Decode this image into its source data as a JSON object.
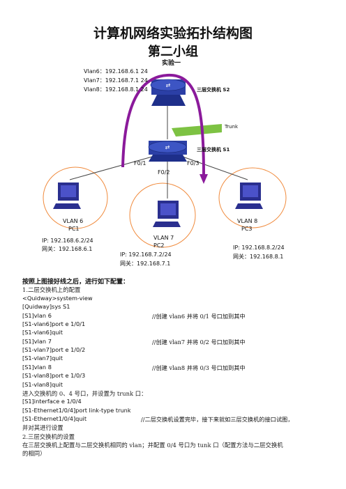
{
  "header": {
    "title": "计算机网络实验拓扑结构图",
    "subtitle": "第二小组",
    "experiment": "实验一"
  },
  "diagram": {
    "vlan_ips": [
      "Vlan6：192.168.6.1 24",
      "Vlan7：192.168.7.1 24",
      "Vlan8：192.168.8.1 24"
    ],
    "s2_label": "三层交换机 S2",
    "s1_label": "三层交换机 S1",
    "trunk_label": "Trunk",
    "port_f01": "F0/1",
    "port_f02": "F0/2",
    "port_f03": "F0/3",
    "pc1": {
      "vlan": "VLAN 6",
      "name": "PC1",
      "ip": "IP: 192.168.6.2/24",
      "gw": "网关：192.168.6.1"
    },
    "pc2": {
      "vlan": "VLAN 7",
      "name": "PC2",
      "ip": "IP: 192.168.7.2/24",
      "gw": "网关：192.168.7.1"
    },
    "pc3": {
      "vlan": "VLAN 8",
      "name": "PC3",
      "ip": "IP: 192.168.8.2/24",
      "gw": "网关：192.168.8.1"
    },
    "colors": {
      "arrow": "#8b1a9b",
      "trunk": "#7dc243",
      "vlan_circle": "#f08a3c",
      "switch": "#2b3fa6"
    }
  },
  "body": {
    "intro": "按照上图接好线之后，进行如下配置：",
    "section1": "1.二层交换机上的配置",
    "lines": [
      {
        "cmd": "<Quidway>system-view",
        "comment": ""
      },
      {
        "cmd": "[Quidway]sys S1",
        "comment": ""
      },
      {
        "cmd": "[S1]vlan 6",
        "comment": "//创建 vlan6 并将 0/1 号口加到其中"
      },
      {
        "cmd": "[S1-vlan6]port e 1/0/1",
        "comment": ""
      },
      {
        "cmd": "[S1-vlan6]quit",
        "comment": ""
      },
      {
        "cmd": "[S1]vlan 7",
        "comment": "//创建 vlan7 并将 0/2 号口加到其中"
      },
      {
        "cmd": "[S1-vlan7]port e 1/0/2",
        "comment": ""
      },
      {
        "cmd": "[S1-vlan7]quit",
        "comment": ""
      },
      {
        "cmd": "[S1]vlan 8",
        "comment": "//创建 vlan8 并将 0/3 号口加到其中"
      },
      {
        "cmd": "[S1-vlan8]port e 1/0/3",
        "comment": ""
      },
      {
        "cmd": "[S1-vlan8]quit",
        "comment": ""
      }
    ],
    "trunk_intro": "进入交换机的 0、4 号口，并设置为 trunk 口：",
    "trunk_lines": [
      {
        "cmd": "[S1]interface e 1/0/4",
        "comment": ""
      },
      {
        "cmd": "[S1-Ethernet1/0/4]port link-type trunk",
        "comment": ""
      },
      {
        "cmd": "[S1-Ethernet1/0/4]quit",
        "comment": "//二层交换机设置完毕，接下来就如三层交换机的接口试图，"
      }
    ],
    "continuation": "并对其进行设置",
    "section2": "2.三层交换机的设置",
    "para1": "在三层交换机上配置与二层交换机相同的 vlan；并配置 0/4 号口为 tunk 口（配置方法与二层交换机",
    "para2": "的相同）"
  }
}
